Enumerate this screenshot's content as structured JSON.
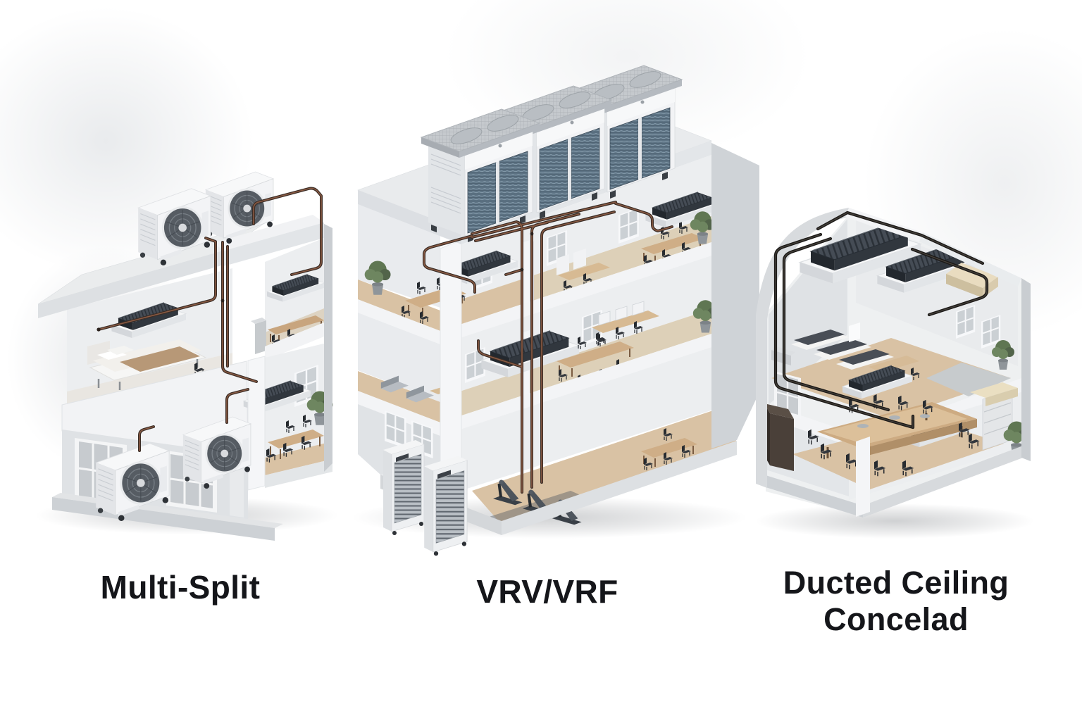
{
  "page": {
    "background_color": "#ffffff"
  },
  "captions": [
    {
      "id": "multi-split",
      "text": "Multi-Split"
    },
    {
      "id": "vrv-vrf",
      "text": "VRV/VRF"
    },
    {
      "id": "ducted-ceiling-concelad",
      "line1": "Ducted Ceiling",
      "line2": "Concelad"
    }
  ],
  "colors": {
    "caption_text": "#15161a",
    "pipe_copper": "#8a5a43",
    "pipe_outline": "#3a2d26",
    "pipe_dark": "#45403a",
    "pipe_dark_outline": "#1c1a18",
    "coil_blue": "#5d7384",
    "unit_dark": "#454c55",
    "wall_light": "#eceef0",
    "floor_tan": "#d9c2a4",
    "plant_green": "#5f7652",
    "chair_dark": "#33373d"
  }
}
